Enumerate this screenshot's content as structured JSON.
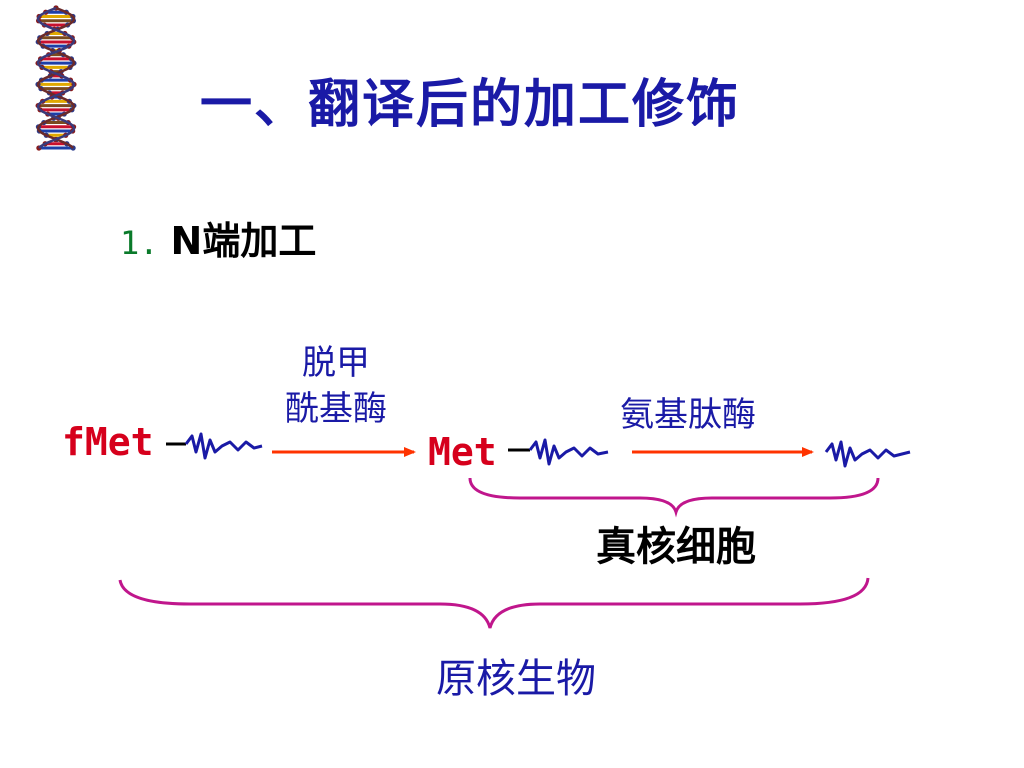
{
  "slide": {
    "title": "一、翻译后的加工修饰",
    "section": {
      "number": "1.",
      "label": "N端加工"
    },
    "diagram": {
      "start_residue": "fMet",
      "enzyme1_line1": "脱甲",
      "enzyme1_line2": "酰基酶",
      "intermediate_residue": "Met",
      "enzyme2": "氨基肽酶",
      "eukaryote_label": "真核细胞",
      "prokaryote_label": "原核生物"
    },
    "colors": {
      "title": "#1a1aa6",
      "residue": "#d6001c",
      "arrow": "#ff3300",
      "brace": "#c0168c",
      "number": "#0a7a2a"
    },
    "icons": {
      "logo": "dna-helix-icon"
    }
  }
}
